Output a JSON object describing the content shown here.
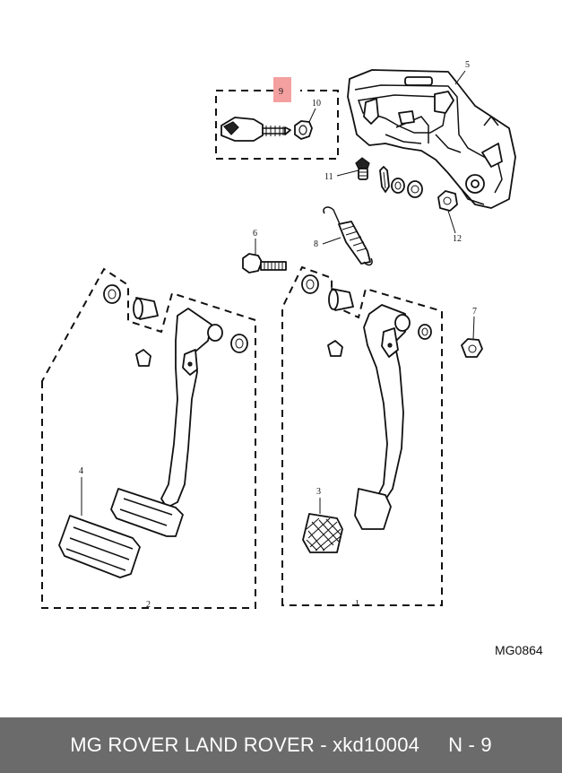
{
  "diagram": {
    "callouts": {
      "n1": "1",
      "n2": "2",
      "n3": "3",
      "n4": "4",
      "n5": "5",
      "n6": "6",
      "n7": "7",
      "n8": "8",
      "n9": "9",
      "n10": "10",
      "n11": "11",
      "n12": "12"
    },
    "highlight_color": "#f4a0a0",
    "drawing_code": "MG0864"
  },
  "footer": {
    "brands_part": "MG ROVER LAND ROVER - xkd10004",
    "page_ref": "N - 9"
  }
}
